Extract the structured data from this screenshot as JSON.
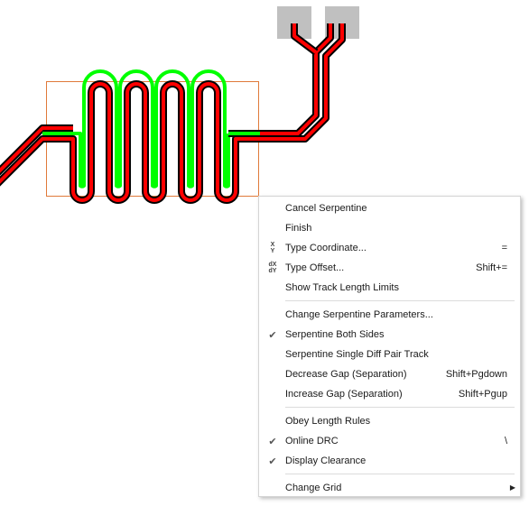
{
  "colors": {
    "track_red": "#ff0000",
    "track_green": "#00ff00",
    "dark": "#000000",
    "pad_gray": "#c0c0c0",
    "selection_outline": "#e07a3a"
  },
  "context_menu": {
    "items": [
      {
        "label": "Cancel Serpentine",
        "shortcut": "",
        "glyph": "",
        "checked": false
      },
      {
        "label": "Finish",
        "shortcut": "",
        "glyph": "",
        "checked": false
      },
      {
        "label": "Type Coordinate...",
        "shortcut": "=",
        "glyph": "xy-icon",
        "glyph_top": "X",
        "glyph_bottom": "Y",
        "checked": false
      },
      {
        "label": "Type Offset...",
        "shortcut": "Shift+=",
        "glyph": "dxdy-icon",
        "glyph_top": "dX",
        "glyph_bottom": "dY",
        "checked": false
      },
      {
        "label": "Show Track Length Limits",
        "shortcut": "",
        "glyph": "",
        "checked": false
      },
      {
        "label": "Change Serpentine Parameters...",
        "shortcut": "",
        "glyph": "",
        "checked": false
      },
      {
        "label": "Serpentine Both Sides",
        "shortcut": "",
        "glyph": "checkmark-icon",
        "checked": true
      },
      {
        "label": "Serpentine Single Diff Pair Track",
        "shortcut": "",
        "glyph": "",
        "checked": false
      },
      {
        "label": "Decrease Gap (Separation)",
        "shortcut": "Shift+Pgdown",
        "glyph": "",
        "checked": false
      },
      {
        "label": "Increase Gap (Separation)",
        "shortcut": "Shift+Pgup",
        "glyph": "",
        "checked": false
      },
      {
        "label": "Obey Length Rules",
        "shortcut": "",
        "glyph": "",
        "checked": false
      },
      {
        "label": "Online DRC",
        "shortcut": "\\",
        "glyph": "checkmark-icon",
        "checked": true
      },
      {
        "label": "Display Clearance",
        "shortcut": "",
        "glyph": "checkmark-icon",
        "checked": true
      },
      {
        "label": "Change Grid",
        "shortcut": "",
        "glyph": "",
        "checked": false,
        "submenu": true
      }
    ],
    "check_glyph": "✔",
    "submenu_glyph": "▶"
  }
}
